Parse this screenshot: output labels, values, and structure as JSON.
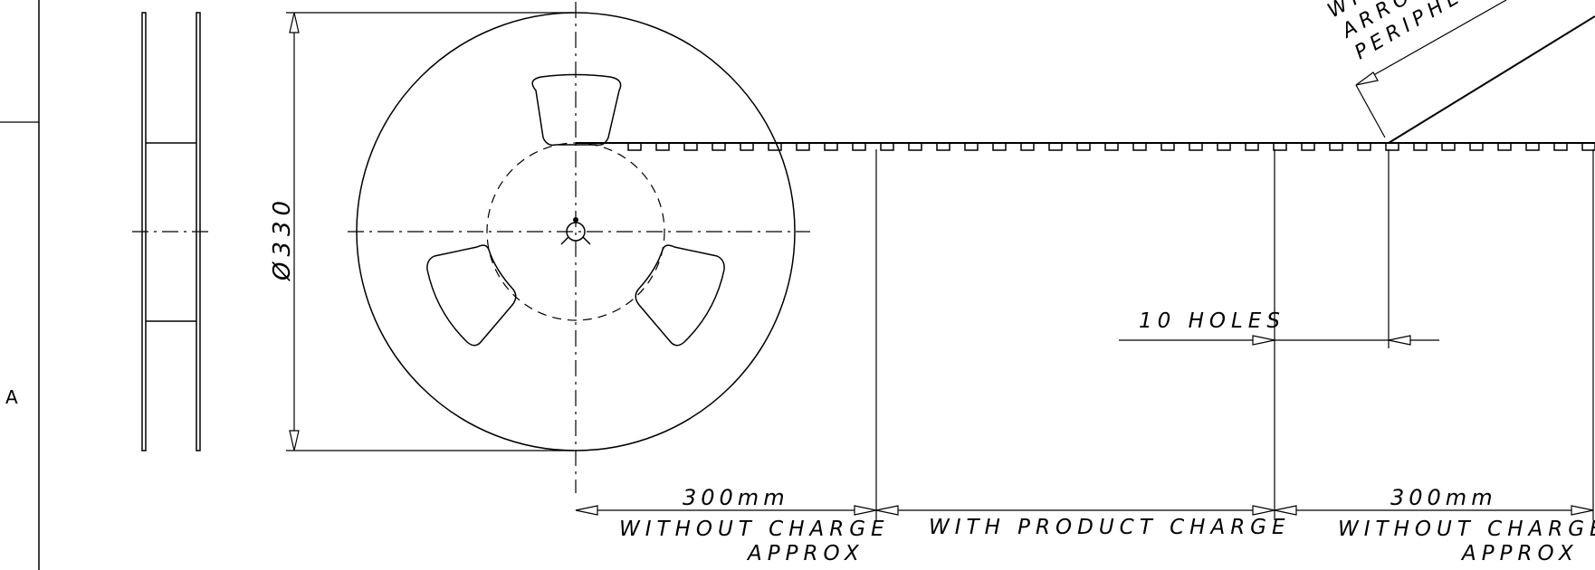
{
  "drawing": {
    "zone_letter": "A",
    "diameter_label": "Ø330",
    "left_leader_length": "300mm",
    "left_leader_note_1": "WITHOUT CHARGE",
    "left_leader_note_2": "APPROX",
    "middle_note": "WITH PRODUCT CHARGE",
    "right_leader_length": "300mm",
    "right_leader_note_1": "WITHOUT CHARGE",
    "right_leader_note_2": "APPROX",
    "holes_note": "10 HOLES",
    "top_right_note_line1": "WI",
    "top_right_note_line2": "ARROU",
    "top_right_note_line3": "PERIPHE"
  }
}
